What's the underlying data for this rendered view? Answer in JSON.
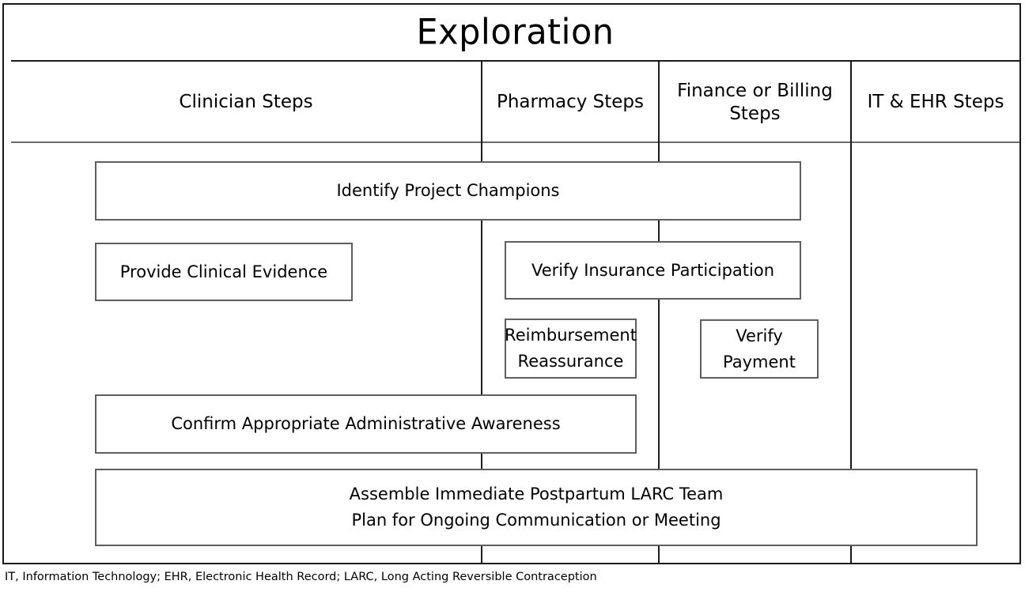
{
  "title": "Exploration",
  "columns": [
    {
      "id": "clinician",
      "label": "Clinician Steps"
    },
    {
      "id": "pharmacy",
      "label": "Pharmacy\nSteps",
      "line1": "Pharmacy",
      "line2": "Steps"
    },
    {
      "id": "finance",
      "label": "Finance or Billing\nSteps",
      "line1": "Finance or Billing",
      "line2": "Steps"
    },
    {
      "id": "it_ehr",
      "label": "IT & EHR\nSteps",
      "line1": "IT & EHR",
      "line2": "Steps"
    }
  ],
  "boxes": [
    {
      "id": "identify-project-champions",
      "line1": "Identify Project Champions",
      "line2": ""
    },
    {
      "id": "provide-clinical-evidence",
      "line1": "Provide Clinical Evidence",
      "line2": ""
    },
    {
      "id": "verify-insurance-participation",
      "line1": "Verify Insurance Participation",
      "line2": ""
    },
    {
      "id": "reimbursement-reassurance",
      "line1": "Reimbursement",
      "line2": "Reassurance"
    },
    {
      "id": "verify-payment",
      "line1": "Verify",
      "line2": "Payment"
    },
    {
      "id": "confirm-administrative-awareness",
      "line1": "Confirm Appropriate Administrative Awareness",
      "line2": ""
    },
    {
      "id": "assemble-larc-team",
      "line1": "Assemble Immediate Postpartum LARC Team",
      "line2": "Plan for Ongoing Communication or Meeting"
    }
  ],
  "footnote": "IT, Information Technology; EHR, Electronic Health Record; LARC, Long Acting Reversible Contraception",
  "colors": {
    "frame": "#1a1a1a",
    "box_border": "#5f5f5f",
    "header_rule": "#6b6b6b",
    "text": "#000000",
    "background": "#ffffff"
  }
}
